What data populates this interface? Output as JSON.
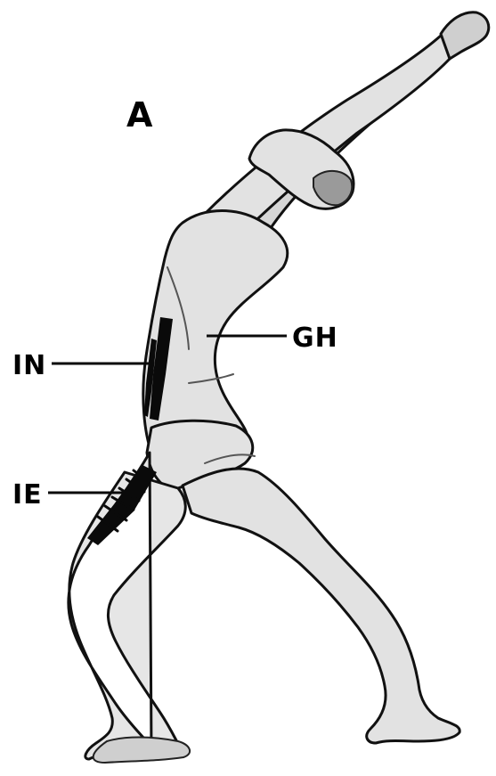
{
  "figure": {
    "panel_letter": "A",
    "labels": {
      "in": "IN",
      "gh": "GH",
      "ie": "IE"
    }
  },
  "colors": {
    "background": "#ffffff",
    "ink": "#0a0a0a",
    "skin_shade": "#dcdcdc"
  }
}
